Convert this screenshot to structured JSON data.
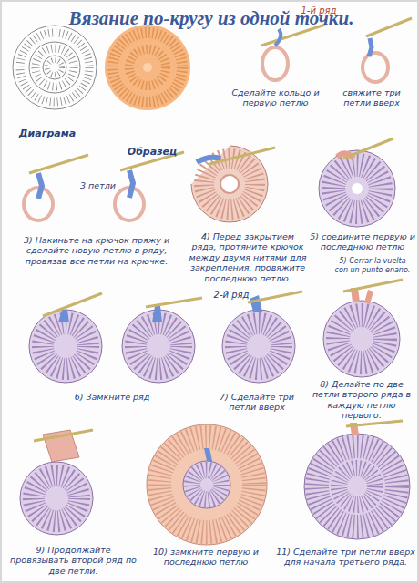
{
  "diagram": {
    "title": "Вязание по-кругу из одной точки.",
    "labels": [
      "1-й ряд",
      "Сделайте кольцо и первую петлю",
      "свяжите три петли вверх",
      "Диаграма",
      "Образец",
      "3 петли",
      "3) Накиньте на крючок пряжу и сделайте новую петлю в ряду, провязав все петли на крючке.",
      "4) Перед закрытием ряда, протяните крючок между двумя нитями для закрепления, провяжите последнюю петлю.",
      "5) соедините первую и последнюю петлю",
      "5) Cerrar la vuelta con un punto enano.",
      "2-й ряд",
      "6) Замкните ряд",
      "7) Сделайте три петли вверх",
      "8) Делайте по две петли второго ряда в каждую петлю первого.",
      "9) Продолжайте провязывать второй ряд по две петли.",
      "10) замкните первую и последнюю петлю",
      "11) Сделайте три петли вверх для начала третьего ряда."
    ]
  }
}
